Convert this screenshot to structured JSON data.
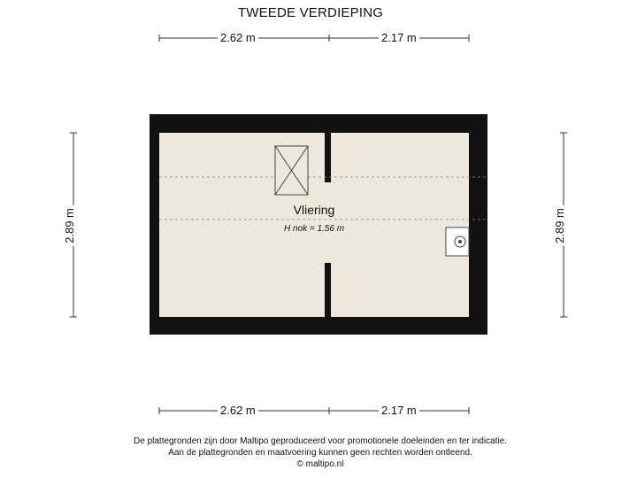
{
  "title": "TWEEDE VERDIEPING",
  "dimensions": {
    "top_left": "2.62 m",
    "top_right": "2.17 m",
    "bottom_left": "2.62 m",
    "bottom_right": "2.17 m",
    "left": "2.89 m",
    "right": "2.89 m"
  },
  "room": {
    "name": "Vliering",
    "height": "H nok = 1.56 m"
  },
  "footer": {
    "line1": "De plattegronden zijn door Maltipo geproduceerd voor promotionele doeleinden en ter indicatie.",
    "line2": "Aan de plattegronden en maatvoering kunnen geen rechten worden ontleend.",
    "line3": "© maltipo.nl"
  },
  "colors": {
    "wall": "#111111",
    "floor": "#ede7dc",
    "dim_line": "#333333"
  }
}
